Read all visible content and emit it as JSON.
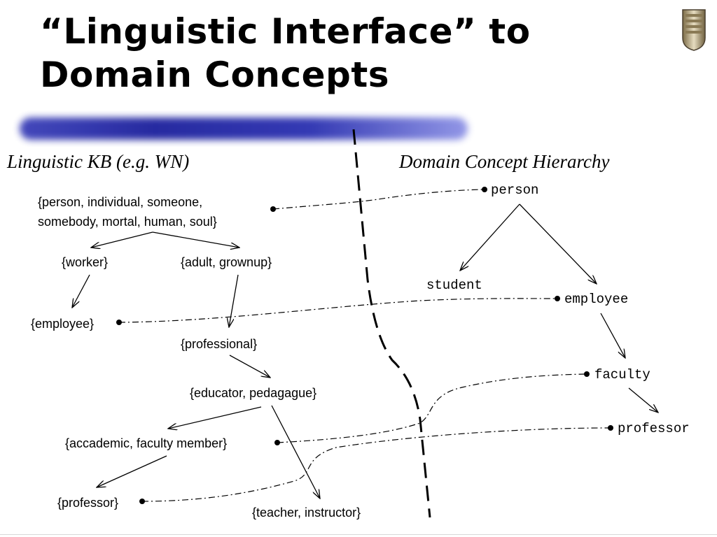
{
  "slide": {
    "title_line1": "“Linguistic Interface” to",
    "title_line2": "Domain Concepts"
  },
  "left_header": "Linguistic KB (e.g. WN)",
  "right_header": "Domain Concept Hierarchy",
  "linguistic_nodes": {
    "person_line1": "{person, individual, someone,",
    "person_line2": "somebody, mortal, human, soul}",
    "worker": "{worker}",
    "adult": "{adult, grownup}",
    "employee": "{employee}",
    "professional": "{professional}",
    "educator": "{educator, pedagague}",
    "academic": "{accademic, faculty member}",
    "professor": "{professor}",
    "teacher": "{teacher, instructor}"
  },
  "domain_nodes": {
    "person": "person",
    "student": "student",
    "employee": "employee",
    "faculty": "faculty",
    "professor": "professor"
  },
  "colors": {
    "bar_dark": "#1b1f9c",
    "bar_light": "#8d92e6",
    "lines": "#000000"
  }
}
